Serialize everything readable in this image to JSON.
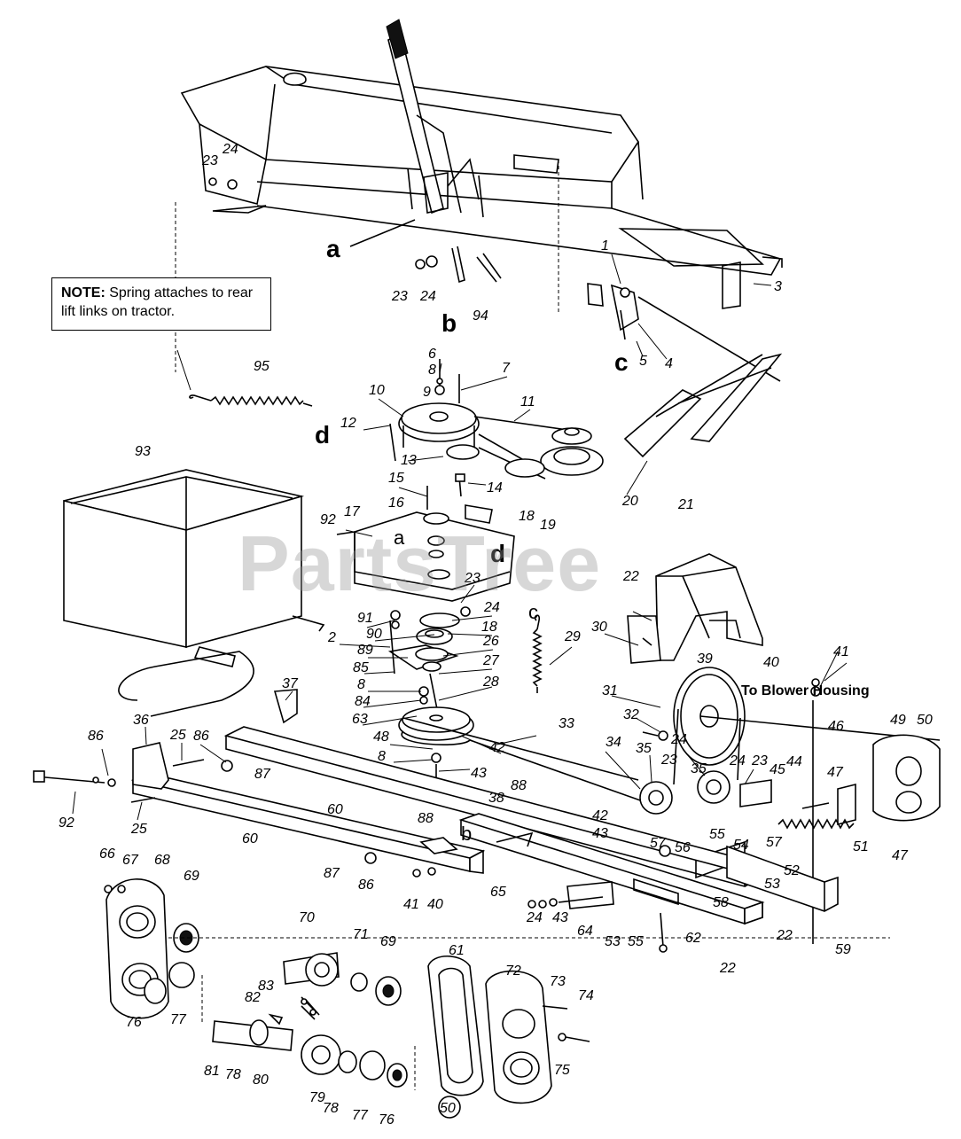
{
  "diagram": {
    "note": {
      "bold": "NOTE:",
      "text": " Spring attaches to rear lift links on tractor."
    },
    "watermark": "PartsTree",
    "blower_label": "To Blower Housing",
    "circled_ref": "50",
    "letter_labels": [
      "a",
      "b",
      "c",
      "d",
      "a",
      "d",
      "c",
      "b"
    ],
    "part_numbers": [
      "24",
      "23",
      "23",
      "24",
      "94",
      "1",
      "3",
      "5",
      "4",
      "6",
      "8",
      "9",
      "7",
      "10",
      "11",
      "12",
      "13",
      "14",
      "20",
      "95",
      "93",
      "15",
      "16",
      "17",
      "18",
      "19",
      "92",
      "23",
      "24",
      "91",
      "90",
      "18",
      "2",
      "89",
      "26",
      "85",
      "27",
      "8",
      "84",
      "28",
      "63",
      "29",
      "21",
      "22",
      "30",
      "39",
      "40",
      "41",
      "31",
      "32",
      "37",
      "36",
      "25",
      "86",
      "87",
      "86",
      "92",
      "25",
      "33",
      "42",
      "48",
      "8",
      "43",
      "34",
      "35",
      "24",
      "23",
      "35",
      "24",
      "23",
      "45",
      "44",
      "46",
      "49",
      "50",
      "47",
      "60",
      "60",
      "38",
      "88",
      "88",
      "42",
      "43",
      "57",
      "56",
      "55",
      "54",
      "57",
      "47",
      "51",
      "52",
      "53",
      "87",
      "86",
      "41",
      "40",
      "65",
      "24",
      "43",
      "64",
      "53",
      "55",
      "58",
      "62",
      "22",
      "22",
      "59",
      "66",
      "67",
      "68",
      "69",
      "70",
      "71",
      "69",
      "61",
      "72",
      "73",
      "74",
      "75",
      "76",
      "77",
      "83",
      "82",
      "81",
      "78",
      "80",
      "79",
      "78",
      "77",
      "76"
    ]
  }
}
